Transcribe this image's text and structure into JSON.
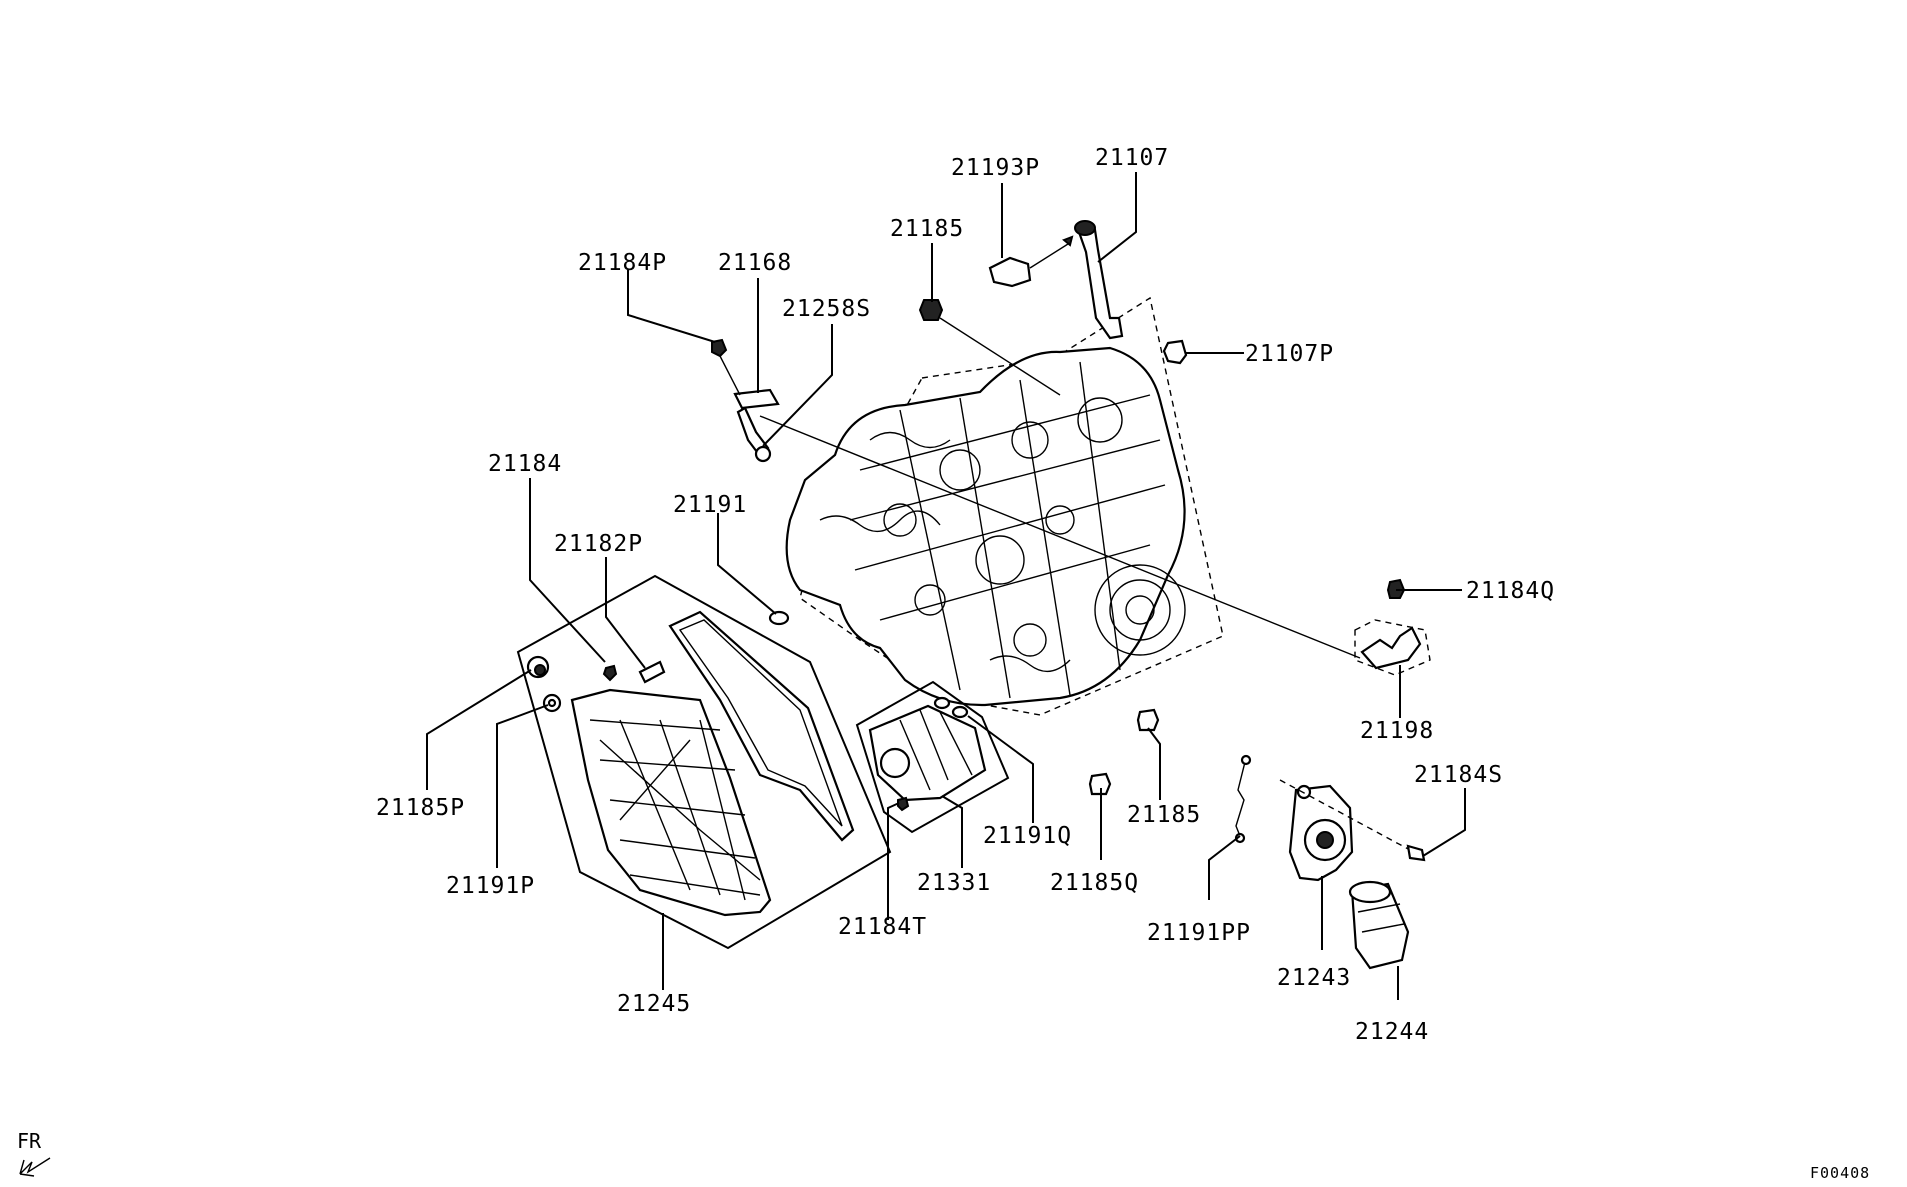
{
  "diagram_code": "F00408",
  "direction_label": "FR",
  "part_labels": [
    "21193P",
    "21107",
    "21185",
    "21184P",
    "21168",
    "21258S",
    "21107P",
    "21184",
    "21191",
    "21182P",
    "21184Q",
    "21198",
    "21185P",
    "21191P",
    "21245",
    "21184T",
    "21331",
    "21191Q",
    "21185Q",
    "21185",
    "21184S",
    "21191PP",
    "21243",
    "21244"
  ]
}
